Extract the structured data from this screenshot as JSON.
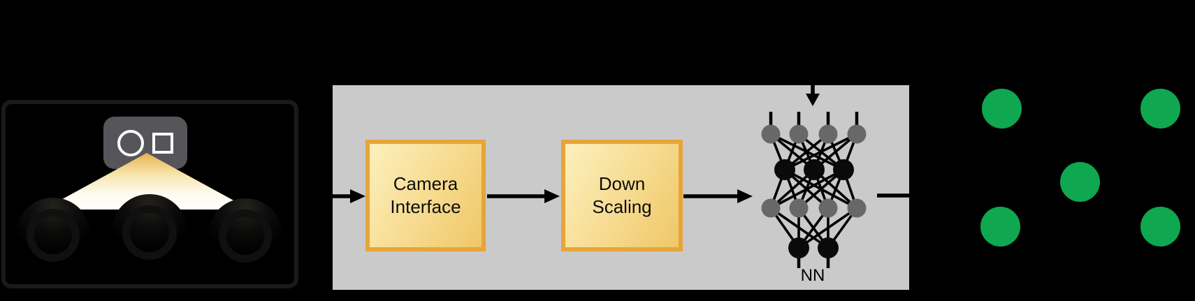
{
  "figure": {
    "scene": {
      "name": "camera scanning scene",
      "camera_icon": "camera-sensor-icon",
      "object_count": 3
    },
    "pipeline": {
      "steps": [
        {
          "label": "Camera Interface"
        },
        {
          "label": "Down Scaling"
        }
      ],
      "nn": {
        "label": "NN",
        "layer_sizes": [
          4,
          3,
          4,
          2
        ]
      }
    },
    "output": {
      "dot_count": 5
    },
    "colors": {
      "background": "#000000",
      "panel_gray": "#cacaca",
      "step_border": "#e6a43a",
      "step_fill_light": "#fcf0bd",
      "step_fill_dark": "#efc767",
      "output_green": "#0fa750",
      "nn_gray_node": "#686868",
      "nn_black_node": "#0a0a0a",
      "arrow_black": "#000000"
    }
  }
}
